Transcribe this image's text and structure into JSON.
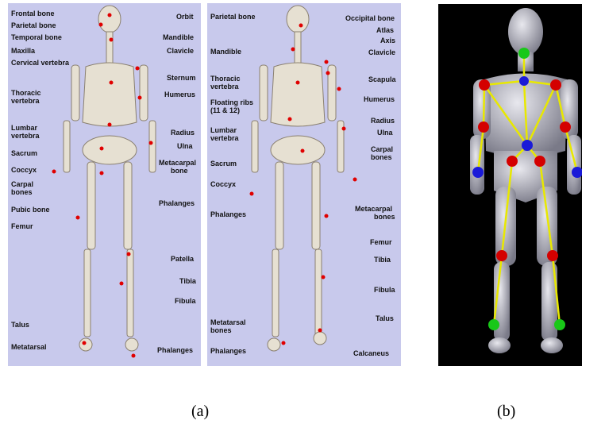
{
  "figure": {
    "caption_a": "(a)",
    "caption_b": "(b)"
  },
  "front_view": {
    "labels_left": [
      "Frontal bone",
      "Parietal bone",
      "Temporal bone",
      "Maxilla",
      "Cervical vertebra",
      "Thoracic",
      "vertebra",
      "Lumbar",
      "vertebra",
      "Sacrum",
      "Coccyx",
      "Carpal",
      "bones",
      "Pubic bone",
      "Femur",
      "Talus",
      "Metatarsal"
    ],
    "labels_right": [
      "Orbit",
      "Mandible",
      "Clavicle",
      "Sternum",
      "Humerus",
      "Radius",
      "Ulna",
      "Metacarpal",
      "bone",
      "Phalanges",
      "Patella",
      "Tibia",
      "Fibula",
      "Phalanges"
    ]
  },
  "back_view": {
    "labels_left": [
      "Parietal bone",
      "Mandible",
      "Thoracic",
      "vertebra",
      "Floating ribs",
      "(11 & 12)",
      "Lumbar",
      "vertebra",
      "Sacrum",
      "Coccyx",
      "Phalanges",
      "Metatarsal",
      "bones",
      "Phalanges"
    ],
    "labels_right": [
      "Occipital bone",
      "Atlas",
      "Axis",
      "Clavicle",
      "Scapula",
      "Humerus",
      "Radius",
      "Ulna",
      "Carpal",
      "bones",
      "Metacarpal",
      "bones",
      "Femur",
      "Tibia",
      "Fibula",
      "Talus",
      "Calcaneus"
    ]
  },
  "model_view": {
    "joint_colors": {
      "red": "#d40000",
      "blue": "#1a1ad8",
      "green": "#18c818",
      "bone_line": "#e8e800"
    }
  }
}
